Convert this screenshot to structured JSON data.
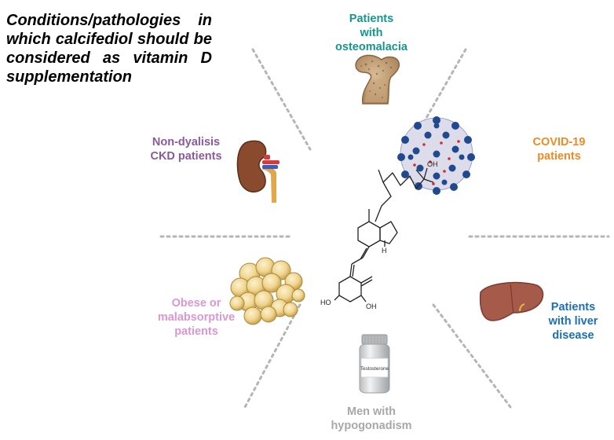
{
  "title": "Conditions/pathologies in which calcifediol should be considered as vitamin D supplementation",
  "labels": {
    "osteomalacia": [
      "Patients",
      "with",
      "osteomalacia"
    ],
    "covid": [
      "COVID-19",
      "patients"
    ],
    "ckd": [
      "Non-dyalisis",
      "CKD patients"
    ],
    "liver": [
      "Patients",
      "with liver",
      "disease"
    ],
    "obese": [
      "Obese or",
      "malabsorptive",
      "patients"
    ],
    "men": [
      "Men with",
      "hypogonadism"
    ]
  },
  "molecule": {
    "oh_top": "OH",
    "h": "H",
    "ho_left": "HO",
    "oh_bottom": "OH"
  },
  "bottle_label": "Testosterone",
  "colors": {
    "osteomalacia": "#17948f",
    "covid": "#f08a25",
    "ckd": "#8a5a9c",
    "liver": "#1b6fb6",
    "obese": "#d998d2",
    "men": "#a8a8a8",
    "divider": "#b5b5b5"
  },
  "icons": [
    "bone-icon",
    "virus-icon",
    "kidney-icon",
    "liver-icon",
    "fat-cells-icon",
    "pill-bottle-icon",
    "calcifediol-structure"
  ]
}
